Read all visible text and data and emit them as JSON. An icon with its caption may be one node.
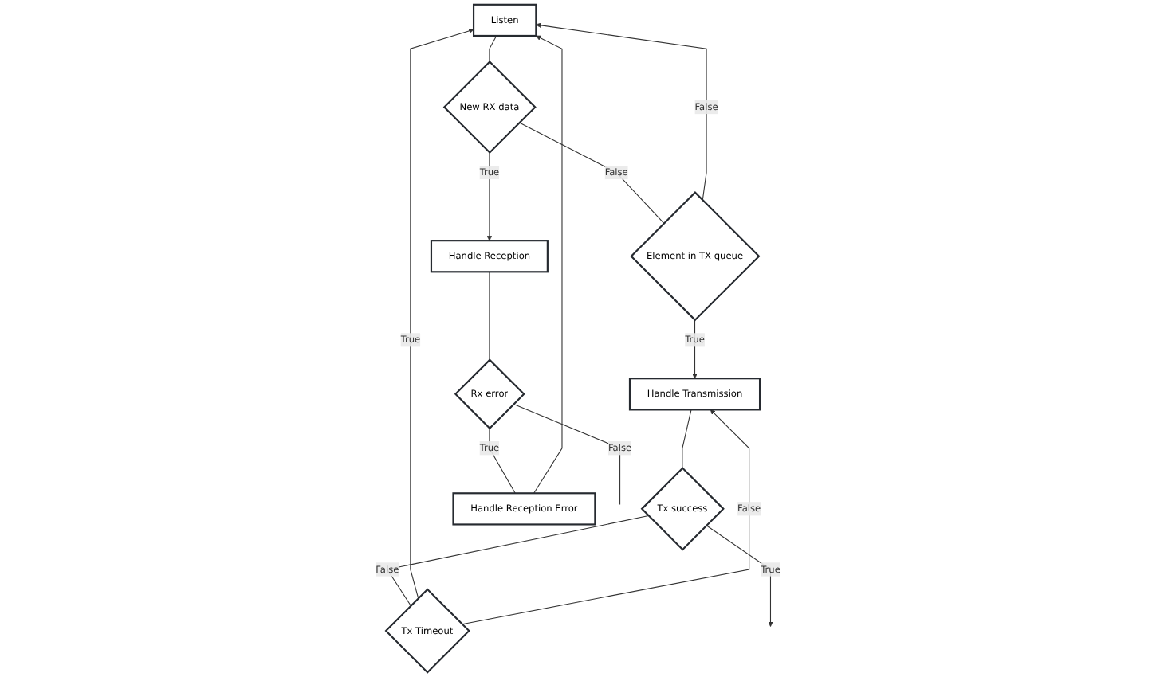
{
  "diagram": {
    "nodes": [
      {
        "text": [
          "Listen"
        ]
      },
      {
        "text": [
          "New RX data"
        ]
      },
      {
        "text": [
          "Element in TX queue"
        ]
      },
      {
        "text": [
          "Handle Transmission"
        ]
      },
      {
        "text": [
          "Tx Timeout"
        ]
      },
      {
        "text": [
          "Tx success"
        ]
      },
      {
        "text": [
          "Handle Reception"
        ]
      },
      {
        "text": [
          "Handle Reception Error"
        ]
      },
      {
        "text": [
          "Rx error"
        ]
      }
    ],
    "edges": [
      {
        "from": 0,
        "to": 1,
        "arrow": "none"
      },
      {
        "from": 1,
        "to": 2,
        "label": "False",
        "arrow": "none"
      },
      {
        "from": 1,
        "to": 6,
        "label": "True",
        "arrow": "to"
      },
      {
        "from": 2,
        "to": 3,
        "label": "True",
        "arrow": "to"
      },
      {
        "from": 2,
        "to": 0,
        "label": "False",
        "arrow": "to"
      },
      {
        "from": 4,
        "to": 0,
        "label": "True",
        "arrow": "to"
      },
      {
        "from": 4,
        "to": 3,
        "label": "False",
        "arrow": "to"
      },
      {
        "from": 3,
        "to": 5,
        "arrow": "none"
      },
      {
        "from": 5,
        "to": 4,
        "label": "False",
        "arrow": "none"
      },
      {
        "from": 5,
        "to": null,
        "label": "True",
        "arrow": "to"
      },
      {
        "from": 6,
        "to": 8,
        "arrow": "none"
      },
      {
        "from": 8,
        "to": 7,
        "label": "True",
        "arrow": "none"
      },
      {
        "from": 7,
        "to": 0,
        "arrow": "to"
      },
      {
        "from": 8,
        "to": null,
        "label": "False",
        "arrow": "none"
      }
    ]
  }
}
